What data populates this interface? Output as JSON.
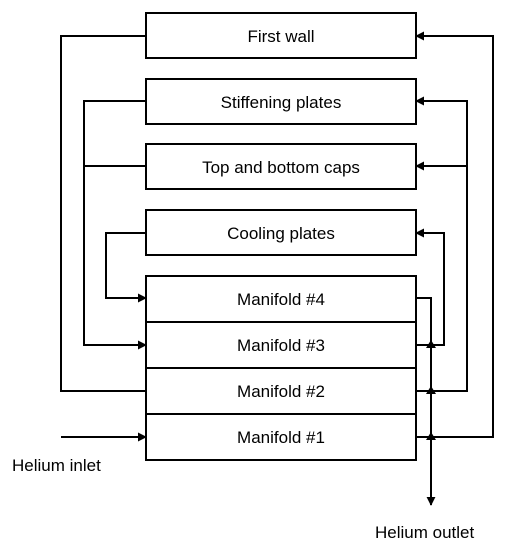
{
  "boxes": {
    "first_wall": "First wall",
    "stiffening_plates": "Stiffening plates",
    "caps": "Top and bottom caps",
    "cooling_plates": "Cooling plates"
  },
  "manifolds": [
    "Manifold #4",
    "Manifold #3",
    "Manifold #2",
    "Manifold #1"
  ],
  "labels": {
    "inlet": "Helium inlet",
    "outlet": "Helium outlet"
  }
}
